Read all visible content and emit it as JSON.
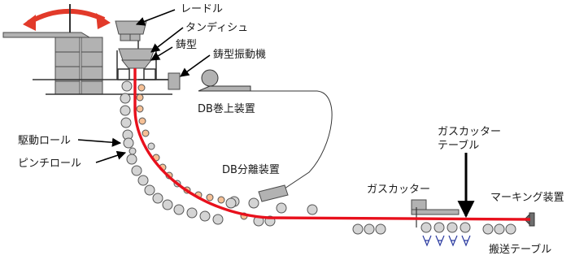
{
  "labels": {
    "ladle": "レードル",
    "tundish": "タンディシュ",
    "mold": "鋳型",
    "mold_oscillator": "鋳型振動機",
    "db_winder": "DB巻上装置",
    "drive_roll": "駆動ロール",
    "pinch_roll": "ピンチロール",
    "db_separator": "DB分離装置",
    "gas_cutter": "ガスカッター",
    "gas_cutter_table_line1": "ガスカッター",
    "gas_cutter_table_line2": "テーブル",
    "marking_device": "マーキング装置",
    "transport_table": "搬送テーブル"
  },
  "colors": {
    "strand": "#e8101c",
    "equipment_fill": "#b2b2b2",
    "equipment_stroke": "#4a4a4a",
    "roll_gray": "#d4d4d4",
    "roll_orange": "#f5c096",
    "rotation_arrow": "#e23a2a",
    "spray": "#2a3aa0"
  }
}
